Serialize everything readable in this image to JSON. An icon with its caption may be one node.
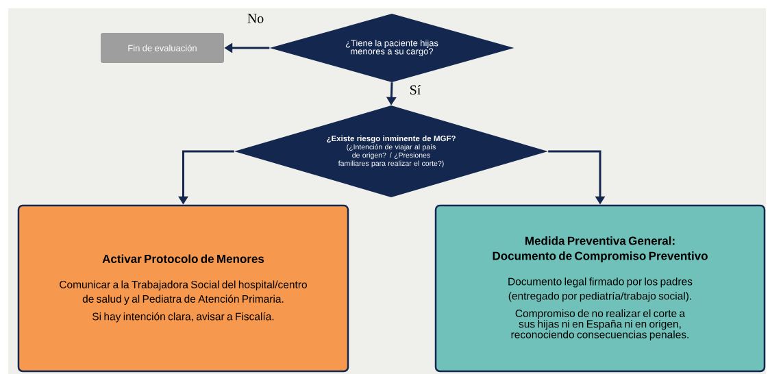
{
  "diagram": {
    "nodes": [
      {
        "text": [
          "¿Tiene la paciente hijas menores a su cargo?"
        ]
      },
      {
        "text": [
          "Fin de evaluación"
        ]
      },
      {
        "text": [
          "¿Existe riesgo inminente de MGF?",
          "(¿Intención de viajar al país de origen? / ¿Presiones familiares para realizar el corte?)"
        ]
      },
      {
        "text": [
          "Activar Protocolo de Menores",
          "Comunicar a la Trabajadora Social del hospital/centro de salud y al Pediatra de Atención Primaria.",
          "Si hay intención clara, avisar a Fiscalía."
        ]
      },
      {
        "text": [
          "Medida Preventiva General: Documento de Compromiso Preventivo",
          "Documento legal firmado por los padres (entregado por pediatría/trabajo social).",
          "Compromiso de no realizar el corte a sus hijas ni en España ni en origen, reconociendo consecuencias penales."
        ]
      }
    ],
    "edges": [
      {
        "from": 0,
        "to": 1,
        "arrow": "to",
        "label": "No"
      },
      {
        "from": 0,
        "to": 2,
        "arrow": "to",
        "label": "Sí"
      },
      {
        "from": 2,
        "to": 3,
        "arrow": "to"
      },
      {
        "from": 2,
        "to": 4,
        "arrow": "to"
      }
    ]
  }
}
